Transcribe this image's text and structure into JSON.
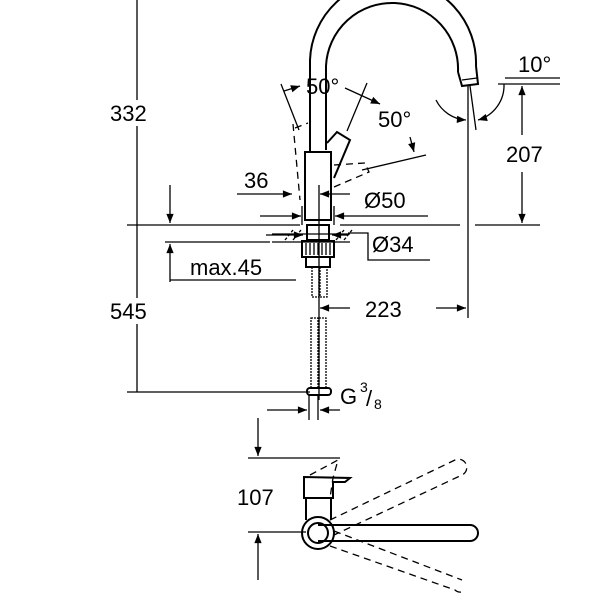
{
  "drawing": {
    "dimensions": {
      "total_height": "332",
      "lever_angle_left": "50°",
      "lever_angle_right": "50°",
      "spout_angle": "10°",
      "spout_height": "207",
      "body_offset": "36",
      "body_diameter": "Ø50",
      "hole_diameter": "Ø34",
      "max_thickness": "max.45",
      "hose_length": "545",
      "spout_reach": "223",
      "thread_prefix": "G",
      "thread_num": "3",
      "thread_den": "8",
      "top_view_depth": "107"
    }
  }
}
